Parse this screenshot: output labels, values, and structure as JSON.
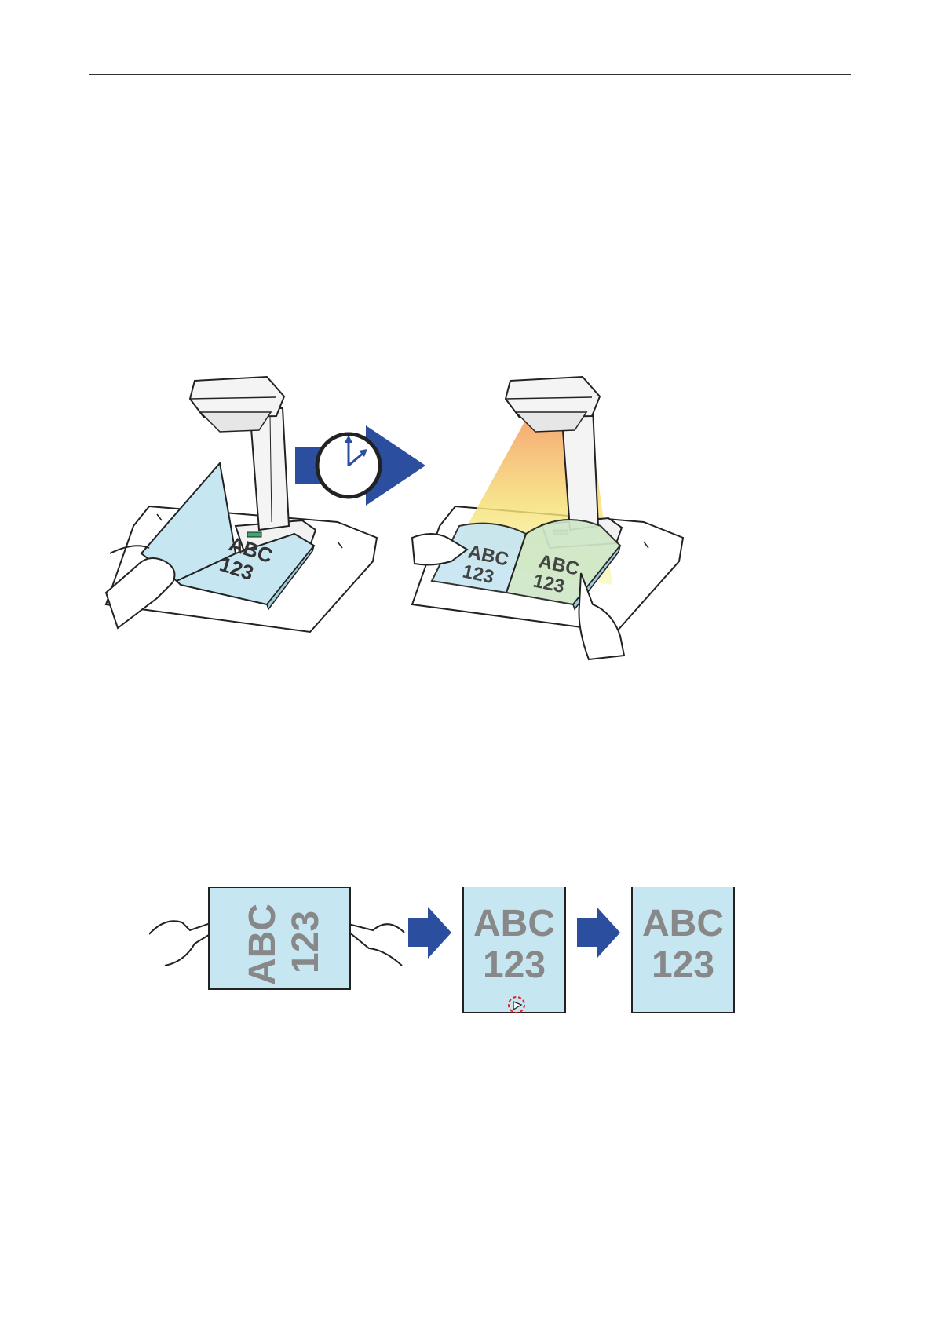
{
  "figures": {
    "scan_sequence": {
      "book_left": {
        "line1": "ABC",
        "line2": "123"
      },
      "book_right_left_page": {
        "line1": "ABC",
        "line2": "123"
      },
      "book_right_right_page": {
        "line1": "ABC",
        "line2": "123"
      },
      "timer_icon": "clock-icon"
    },
    "page_correction": {
      "rotated_page": {
        "line1": "ABC",
        "line2": "123"
      },
      "marked_page": {
        "line1": "ABC",
        "line2": "123"
      },
      "result_page": {
        "line1": "ABC",
        "line2": "123"
      }
    }
  },
  "colors": {
    "page_fill": "#c6e6f2",
    "page_text": "#888888",
    "arrow_blue": "#2b4f9e",
    "outline": "#222222",
    "marker_red": "#e02020"
  }
}
